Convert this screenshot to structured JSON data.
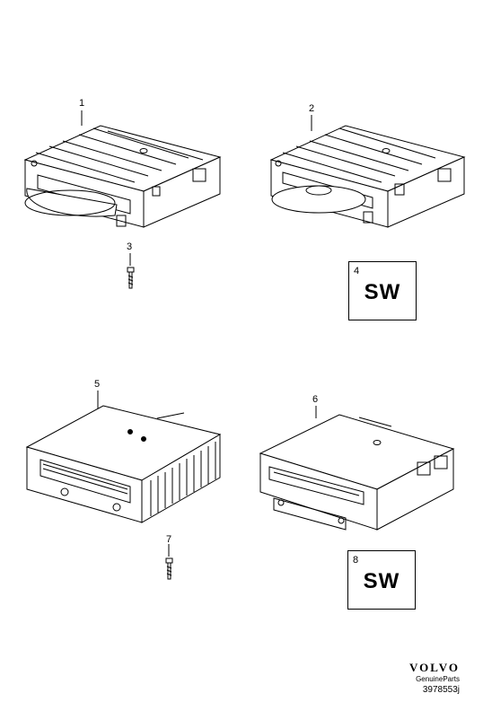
{
  "callouts": {
    "c1": "1",
    "c2": "2",
    "c3": "3",
    "c4": "4",
    "c5": "5",
    "c6": "6",
    "c7": "7",
    "c8": "8"
  },
  "sw_labels": {
    "box4": "SW",
    "box8": "SW"
  },
  "brand": {
    "logo": "VOLVO",
    "sub": "GenuineParts",
    "part_number": "3978553j"
  }
}
